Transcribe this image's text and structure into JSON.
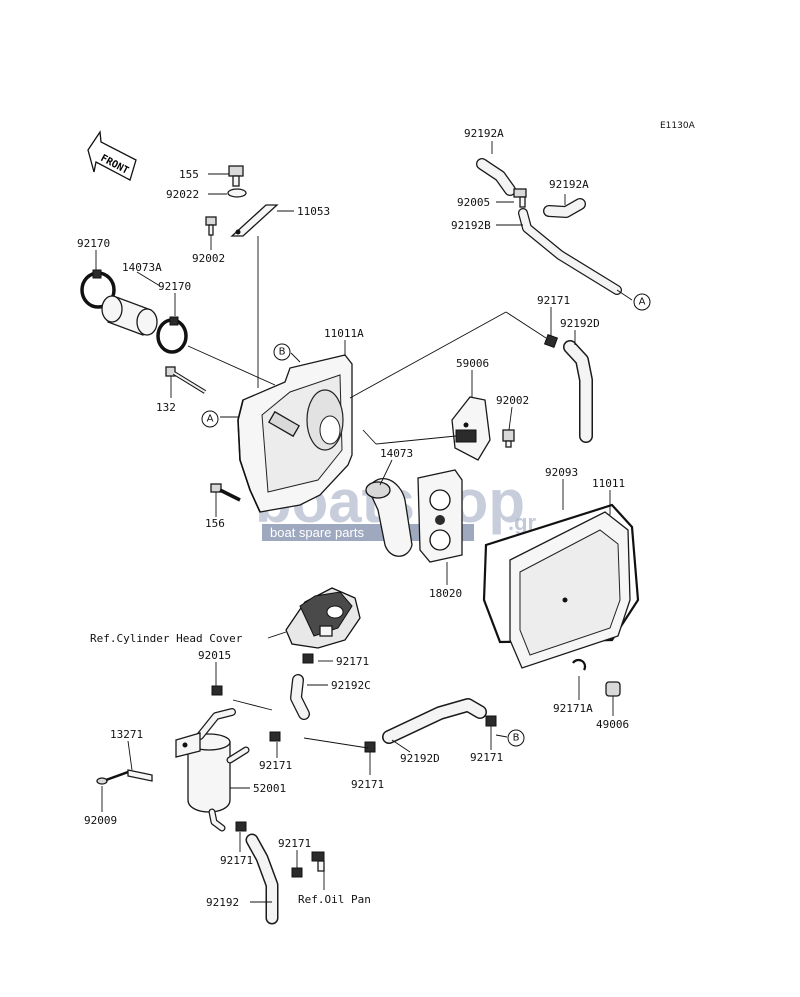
{
  "diagram_code": "E1130A",
  "front_label": "FRONT",
  "watermark": {
    "brand": "boatshop",
    "tagline": "boat spare parts",
    "domain": ".gr"
  },
  "callouts": {
    "a": "A",
    "b": "B"
  },
  "parts": {
    "p155": "155",
    "p92022": "92022",
    "p11053": "11053",
    "p92002_top": "92002",
    "p92170_left": "92170",
    "p14073A": "14073A",
    "p92170_right": "92170",
    "p132": "132",
    "p11011A": "11011A",
    "p156": "156",
    "p92192A_top": "92192A",
    "p92192A_right": "92192A",
    "p92005": "92005",
    "p92192B": "92192B",
    "p92171_top": "92171",
    "p92192D_top": "92192D",
    "p59006": "59006",
    "p92002_mid": "92002",
    "p14073": "14073",
    "p92093": "92093",
    "p11011": "11011",
    "p18020": "18020",
    "p92171_cover": "92171",
    "p92192C": "92192C",
    "p92015": "92015",
    "p13271": "13271",
    "p92171_tank": "92171",
    "p52001": "52001",
    "p92009": "92009",
    "p92192D_bottom": "92192D",
    "p92171_hose": "92171",
    "p92171_b": "92171",
    "p92171A": "92171A",
    "p49006": "49006",
    "p92171_lower": "92171",
    "p92171_oil": "92171",
    "p92192": "92192"
  },
  "refs": {
    "cylinder_head_cover": "Ref.Cylinder Head Cover",
    "oil_pan": "Ref.Oil Pan"
  }
}
